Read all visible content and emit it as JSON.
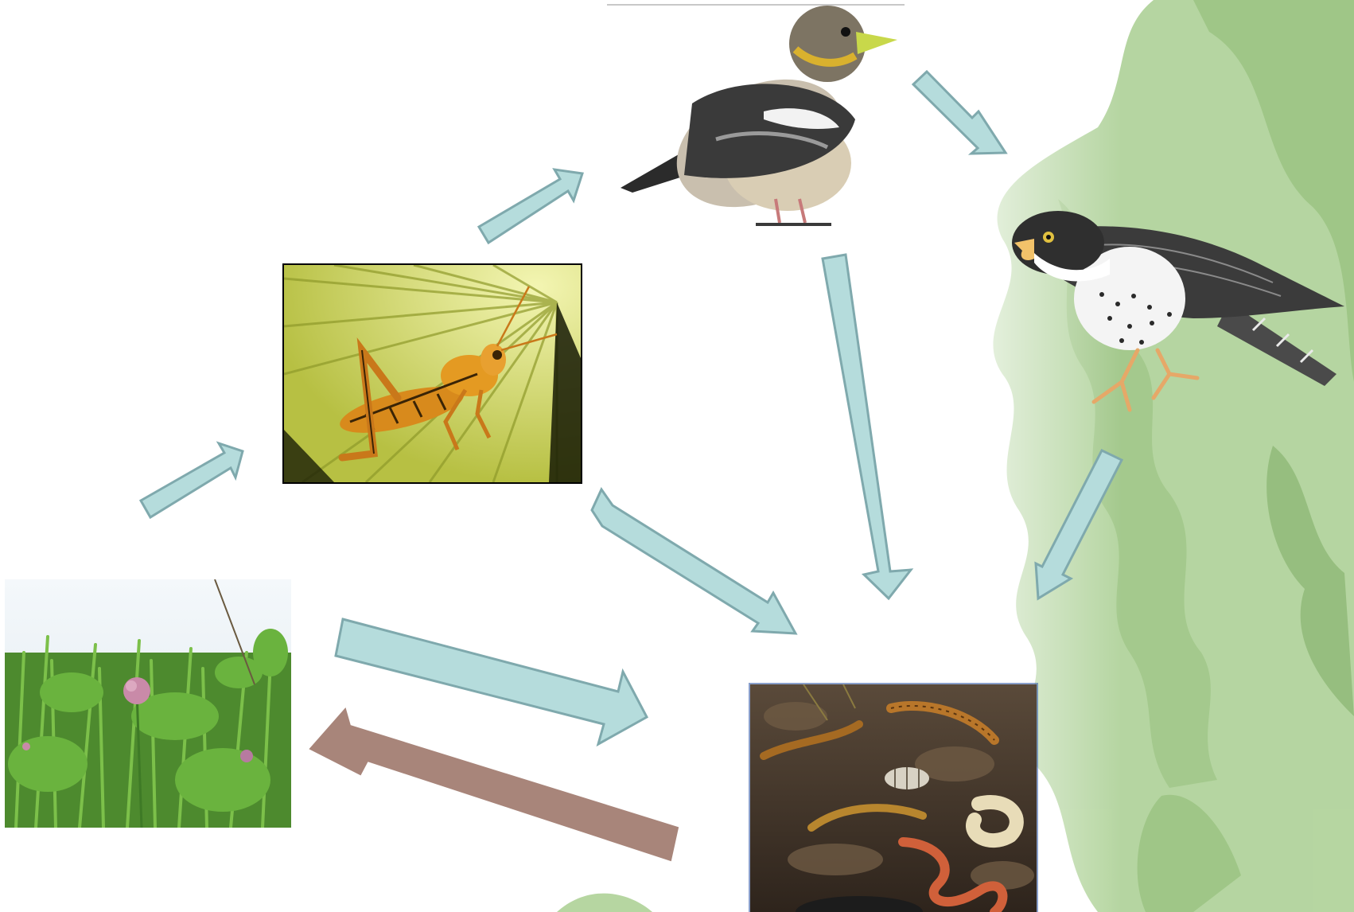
{
  "diagram": {
    "type": "food-web",
    "nodes": [
      {
        "id": "plants",
        "depicts": "grass-and-clover-meadow"
      },
      {
        "id": "grasshopper",
        "depicts": "grasshopper-on-palm-leaf"
      },
      {
        "id": "songbird",
        "depicts": "grosbeak-songbird"
      },
      {
        "id": "hawk",
        "depicts": "hawk"
      },
      {
        "id": "decomposers",
        "depicts": "soil-organisms-centipedes-grub-worm"
      }
    ],
    "edges": [
      {
        "from": "plants",
        "to": "grasshopper",
        "kind": "energy"
      },
      {
        "from": "grasshopper",
        "to": "songbird",
        "kind": "energy"
      },
      {
        "from": "songbird",
        "to": "hawk",
        "kind": "energy"
      },
      {
        "from": "grasshopper",
        "to": "decomposers",
        "kind": "energy"
      },
      {
        "from": "songbird",
        "to": "decomposers",
        "kind": "energy"
      },
      {
        "from": "hawk",
        "to": "decomposers",
        "kind": "energy"
      },
      {
        "from": "plants",
        "to": "decomposers",
        "kind": "energy"
      },
      {
        "from": "decomposers",
        "to": "plants",
        "kind": "nutrients"
      }
    ]
  },
  "colors": {
    "energy_arrow_fill": "#b5dcdc",
    "energy_arrow_stroke": "#7fa9ad",
    "nutrient_arrow_fill": "#a8857a",
    "background_foliage": "#8fbf6f",
    "frame": "#000000"
  }
}
